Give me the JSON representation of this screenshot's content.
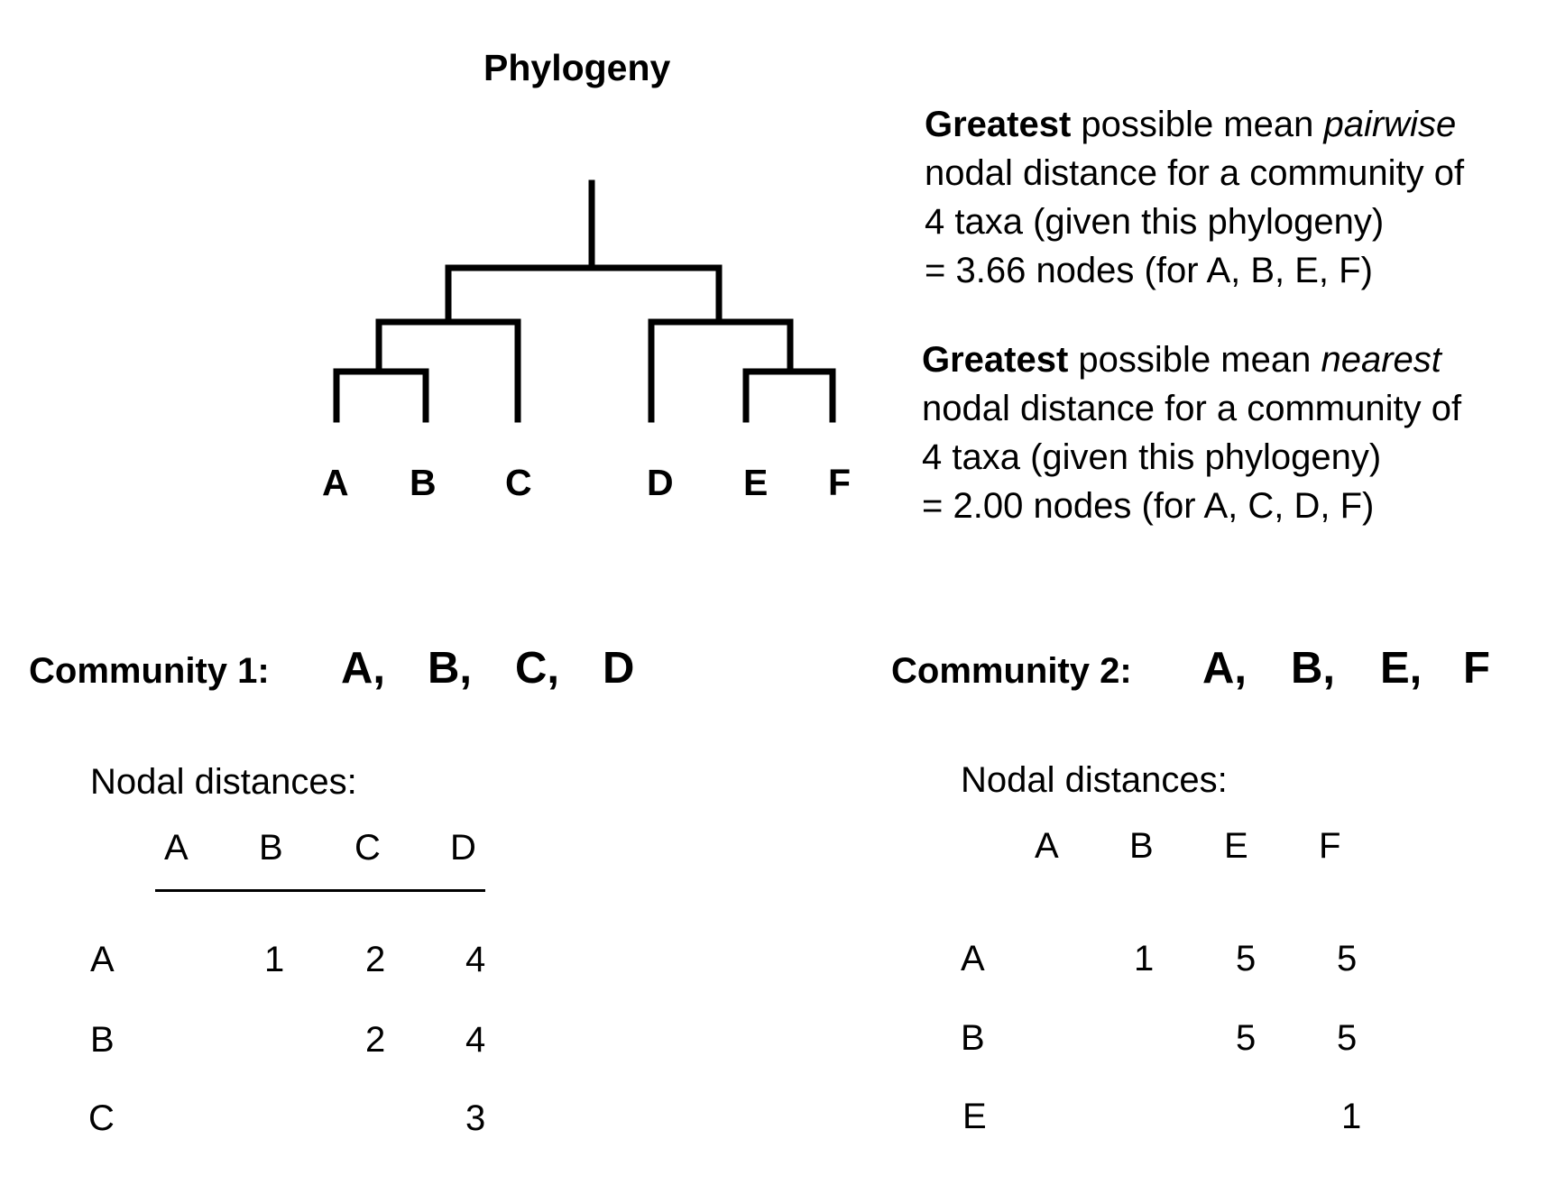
{
  "phylogeny": {
    "title": "Phylogeny",
    "tips": [
      "A",
      "B",
      "C",
      "D",
      "E",
      "F"
    ]
  },
  "notes": [
    {
      "bold": "Greatest",
      "pre": " possible mean ",
      "italic": "pairwise",
      "lines": [
        "nodal distance for a community of",
        "4 taxa (given this phylogeny)",
        "= 3.66 nodes (for A, B, E, F)"
      ]
    },
    {
      "bold": "Greatest",
      "pre": " possible mean ",
      "italic": "nearest",
      "lines": [
        "nodal distance for a community of",
        "4 taxa (given this phylogeny)",
        "= 2.00 nodes (for A, C, D, F)"
      ]
    }
  ],
  "communities": [
    {
      "label": "Community 1:",
      "taxa": [
        "A,",
        "B,",
        "C,",
        "D"
      ],
      "nodal_label": "Nodal distances:",
      "columns": [
        "A",
        "B",
        "C",
        "D"
      ],
      "rows": [
        {
          "name": "A",
          "values": [
            "",
            "1",
            "2",
            "4"
          ]
        },
        {
          "name": "B",
          "values": [
            "",
            "",
            "2",
            "4"
          ]
        },
        {
          "name": "C",
          "values": [
            "",
            "",
            "",
            "3"
          ]
        }
      ]
    },
    {
      "label": "Community 2:",
      "taxa": [
        "A,",
        "B,",
        "E,",
        "F"
      ],
      "nodal_label": "Nodal distances:",
      "columns": [
        "A",
        "B",
        "E",
        "F"
      ],
      "rows": [
        {
          "name": "A",
          "values": [
            "",
            "1",
            "5",
            "5"
          ]
        },
        {
          "name": "B",
          "values": [
            "",
            "",
            "5",
            "5"
          ]
        },
        {
          "name": "E",
          "values": [
            "",
            "",
            "",
            "1"
          ]
        }
      ]
    }
  ]
}
